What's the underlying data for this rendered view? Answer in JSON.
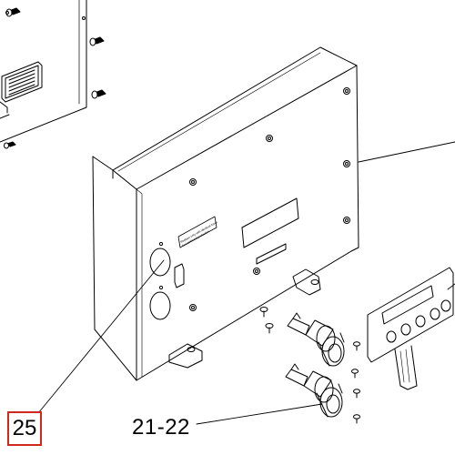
{
  "callouts": {
    "part_25": {
      "label": "25",
      "highlight_color": "#d0281e"
    },
    "part_21_22": {
      "label": "21-22"
    }
  },
  "warning_label": {
    "line1": "Replace only with identical fuses",
    "line2": "for continued protection"
  },
  "colors": {
    "ink": "#000000",
    "background": "#ffffff",
    "highlight": "#d0281e"
  },
  "icons": {
    "threaded_standoff": "standoff-icon",
    "screw": "screw-icon",
    "fuse_holder": "fuse-holder-icon",
    "keypad_button": "button-icon"
  }
}
